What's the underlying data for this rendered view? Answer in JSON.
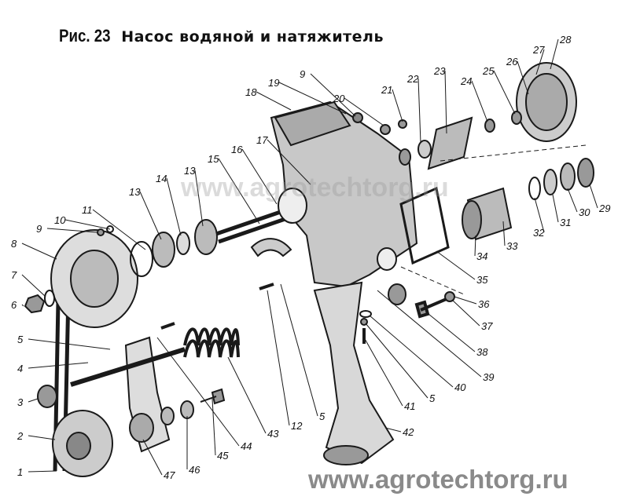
{
  "figure": {
    "number": "Рис. 23",
    "title": "Насос водяной и натяжитель"
  },
  "watermark": "www.agrotechtorg.ru",
  "watermark_center": "www.agrotechtorg.ru",
  "part_labels": [
    "1",
    "2",
    "3",
    "4",
    "5",
    "6",
    "7",
    "8",
    "9",
    "10",
    "11",
    "13",
    "14",
    "13",
    "15",
    "16",
    "17",
    "18",
    "19",
    "9",
    "20",
    "21",
    "22",
    "23",
    "24",
    "25",
    "26",
    "27",
    "28",
    "29",
    "30",
    "31",
    "32",
    "33",
    "34",
    "35",
    "36",
    "37",
    "38",
    "39",
    "40",
    "5",
    "41",
    "42",
    "5",
    "12",
    "43",
    "44",
    "45",
    "46",
    "47"
  ],
  "colors": {
    "ink": "#1a1a1a",
    "shade": "#555555",
    "watermark": "#8a8a8a"
  }
}
